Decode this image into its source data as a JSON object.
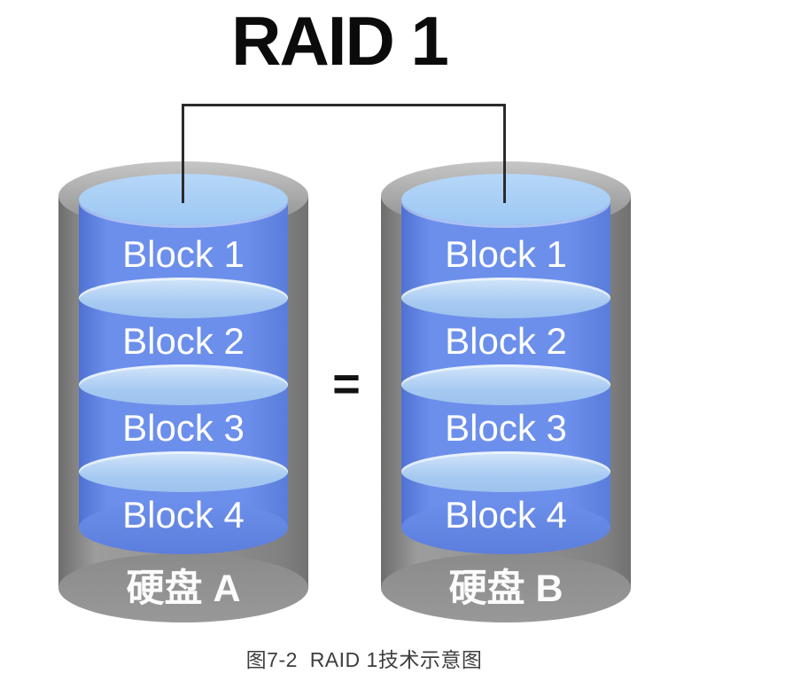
{
  "figure": {
    "title": "RAID 1",
    "equals_sign": "=",
    "caption": "图7-2  RAID 1技术示意图"
  },
  "disks": {
    "left": {
      "label": "硬盘 A",
      "blocks": [
        "Block 1",
        "Block 2",
        "Block 3",
        "Block 4"
      ]
    },
    "right": {
      "label": "硬盘 B",
      "blocks": [
        "Block 1",
        "Block 2",
        "Block 3",
        "Block 4"
      ]
    }
  },
  "colors": {
    "block_blue": "#6c8feb",
    "platter_top_blue": "#a9cef5",
    "divider_blue": "#b7d6f6",
    "disk_gray": "#8f8f8f",
    "rim_gray": "#b7b7b7",
    "line_black": "#2b2b2b",
    "block_text_white": "#ffffff",
    "caption_gray": "#3e3e3e"
  }
}
